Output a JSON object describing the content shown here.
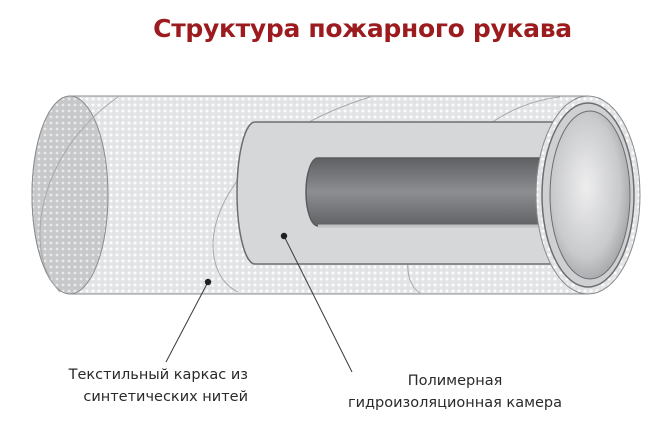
{
  "title": {
    "text": "Структура пожарного рукава",
    "color": "#9b1b1e"
  },
  "labels": {
    "textile": {
      "line1": "Текстильный каркас из",
      "line2": "синтетических нитей"
    },
    "chamber": {
      "line1": "Полимерная",
      "line2": "гидроизоляционная камера"
    }
  },
  "colors": {
    "textile_fill": "#e6e7e8",
    "textile_dots": "#ffffff",
    "layer_fill": "#d0d2d3",
    "inner_dark": "#7b7d80",
    "outline": "#6d6e71",
    "leader": "#3a3a3a"
  }
}
